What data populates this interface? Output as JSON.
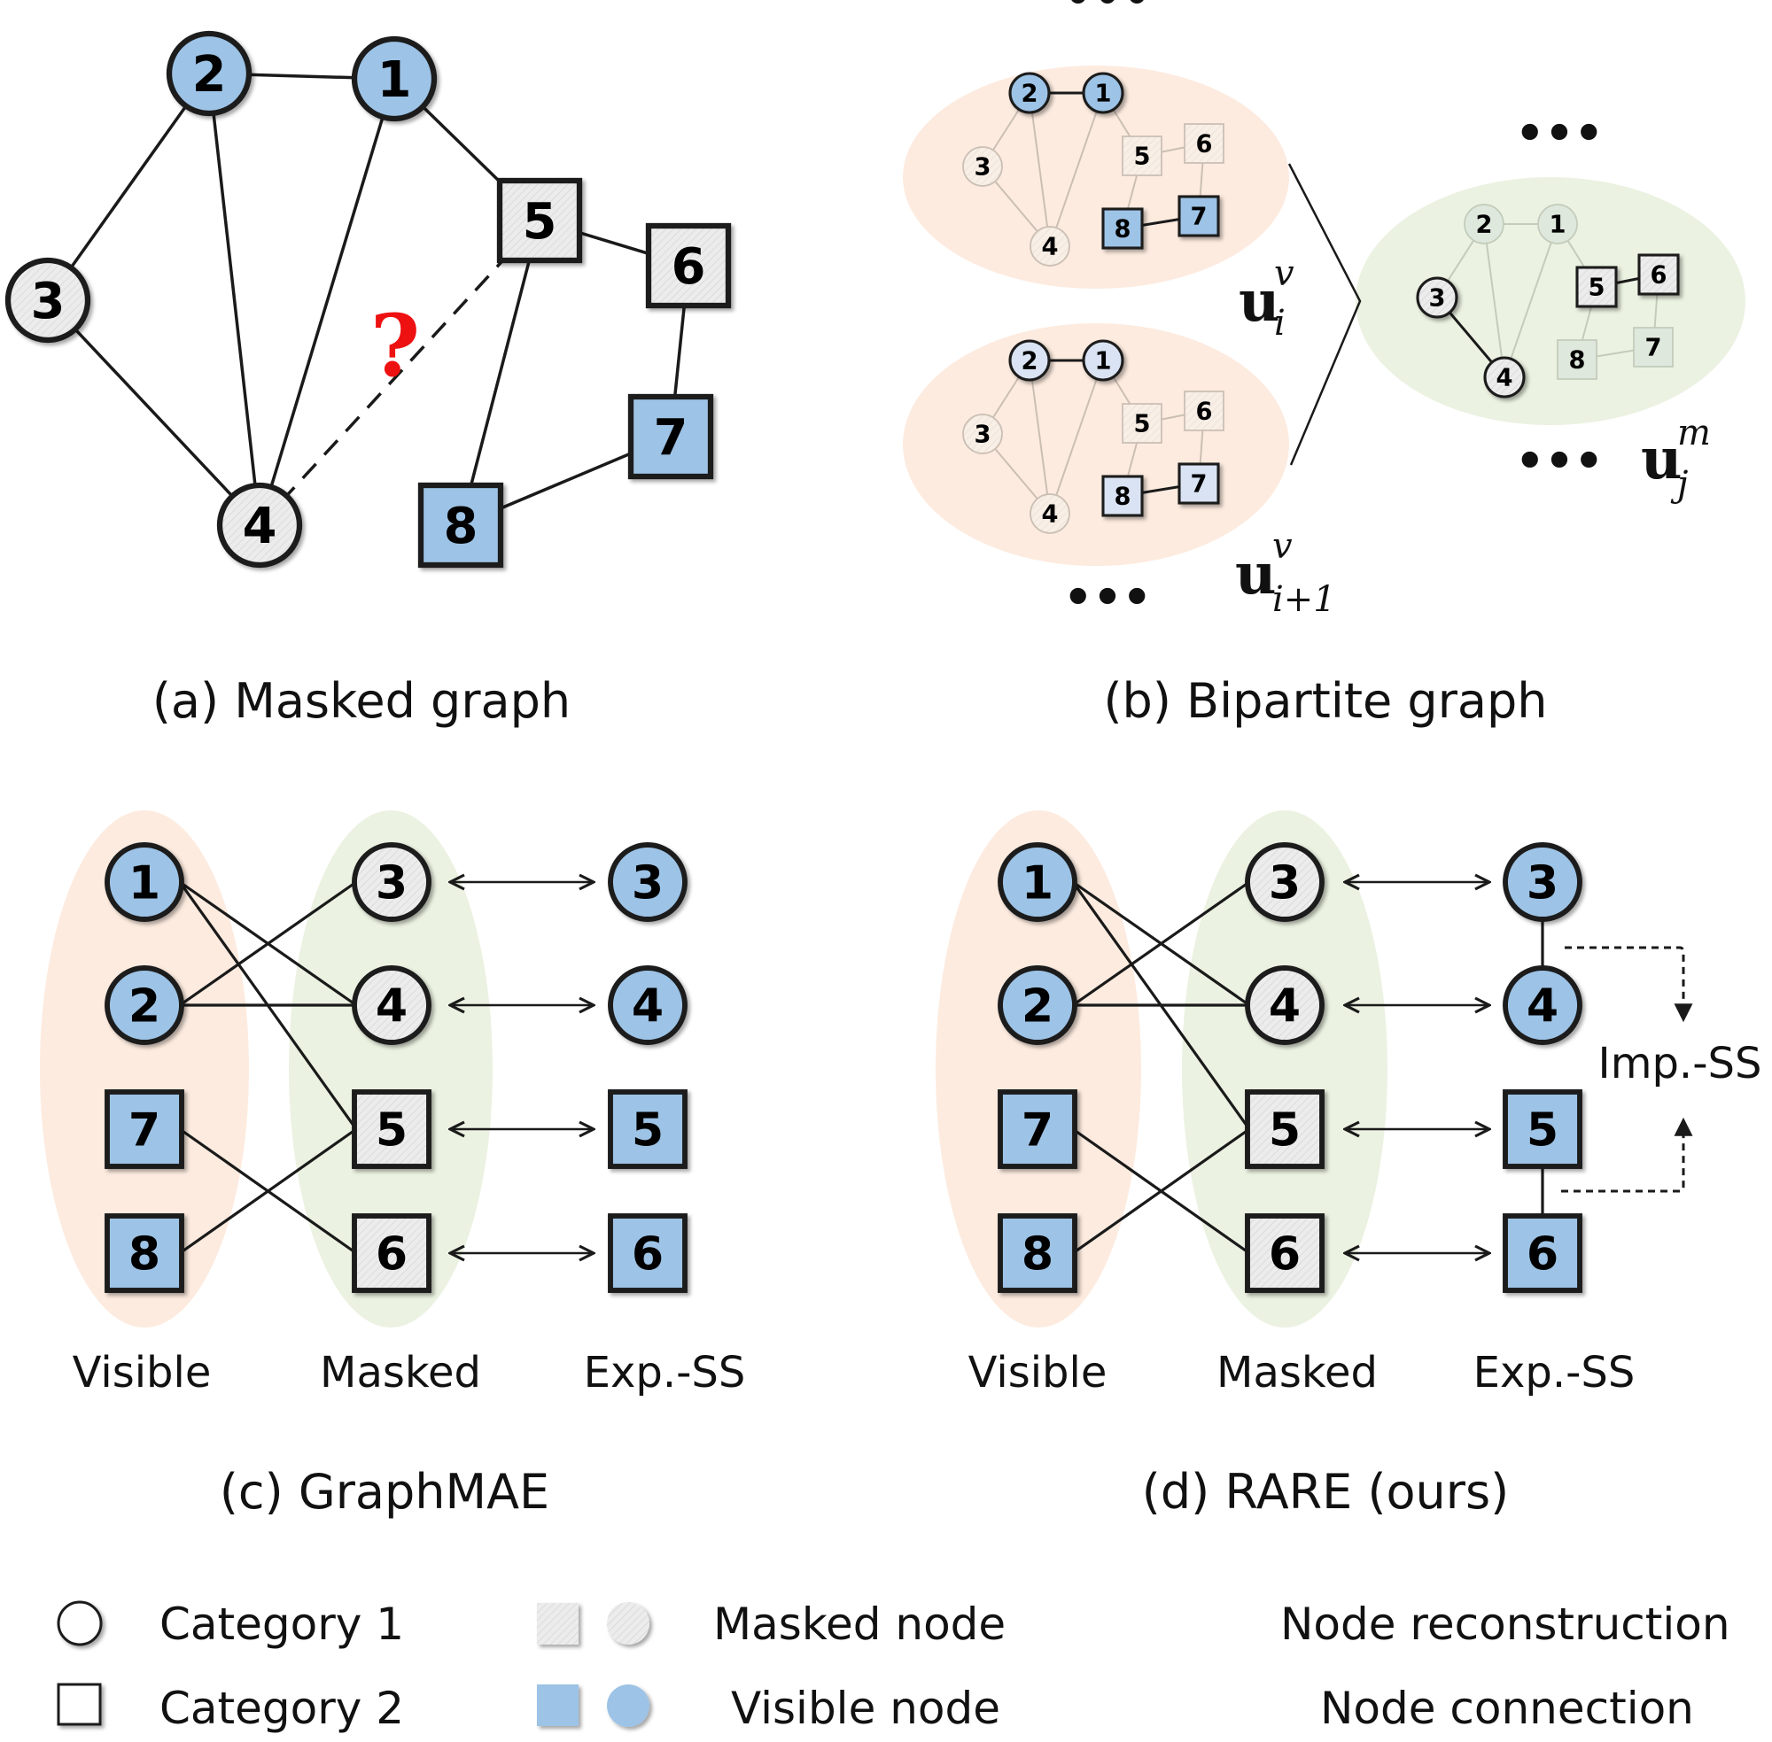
{
  "colors": {
    "visible": "#9dc3e6",
    "visible_light": "#dae3f3",
    "masked": "#ececec",
    "visible_region": "#fdebdf",
    "masked_region": "#ebf2e1",
    "stroke": "#1a1a1a",
    "faded_stroke": "#cbbfb4",
    "faded_text": "#c4b8ad",
    "faded_green_stroke": "#c3cbbb",
    "question": "#ee1111"
  },
  "panel_a": {
    "caption": "(a) Masked graph",
    "question_mark": "?",
    "nodes": [
      {
        "id": "1",
        "category": 1,
        "state": "visible"
      },
      {
        "id": "2",
        "category": 1,
        "state": "visible"
      },
      {
        "id": "3",
        "category": 1,
        "state": "masked"
      },
      {
        "id": "4",
        "category": 1,
        "state": "masked"
      },
      {
        "id": "5",
        "category": 2,
        "state": "masked"
      },
      {
        "id": "6",
        "category": 2,
        "state": "masked"
      },
      {
        "id": "7",
        "category": 2,
        "state": "visible"
      },
      {
        "id": "8",
        "category": 2,
        "state": "visible"
      }
    ],
    "edges": [
      [
        "2",
        "1"
      ],
      [
        "2",
        "3"
      ],
      [
        "2",
        "4"
      ],
      [
        "1",
        "4"
      ],
      [
        "1",
        "5"
      ],
      [
        "3",
        "4"
      ],
      [
        "5",
        "6"
      ],
      [
        "5",
        "8"
      ],
      [
        "6",
        "7"
      ],
      [
        "7",
        "8"
      ]
    ],
    "unknown_edges": [
      [
        "4",
        "5"
      ]
    ]
  },
  "panel_b": {
    "caption": "(b) Bipartite graph",
    "ellipsis": "•••",
    "subgraphs": [
      {
        "key": "visible_i",
        "label_main": "u",
        "label_sup": "v",
        "label_sub": "i",
        "highlight": [
          "1",
          "2",
          "7",
          "8"
        ],
        "highlight_edges": [
          [
            "2",
            "1"
          ],
          [
            "8",
            "7"
          ]
        ],
        "fill": "visible"
      },
      {
        "key": "visible_i1",
        "label_main": "u",
        "label_sup": "v",
        "label_sub": "i+1",
        "highlight": [
          "1",
          "2",
          "7",
          "8"
        ],
        "highlight_edges": [
          [
            "2",
            "1"
          ],
          [
            "8",
            "7"
          ]
        ],
        "fill": "visible_light"
      },
      {
        "key": "masked_j",
        "label_main": "u",
        "label_sup": "m",
        "label_sub": "j",
        "highlight": [
          "3",
          "4",
          "5",
          "6"
        ],
        "highlight_edges": [
          [
            "3",
            "4"
          ],
          [
            "5",
            "6"
          ]
        ],
        "fill": "masked"
      }
    ]
  },
  "panel_c": {
    "caption": "(c) GraphMAE",
    "columns": [
      "Visible",
      "Masked",
      "Exp.-SS"
    ],
    "visible": [
      {
        "id": "1",
        "category": 1
      },
      {
        "id": "2",
        "category": 1
      },
      {
        "id": "7",
        "category": 2
      },
      {
        "id": "8",
        "category": 2
      }
    ],
    "masked": [
      {
        "id": "3",
        "category": 1
      },
      {
        "id": "4",
        "category": 1
      },
      {
        "id": "5",
        "category": 2
      },
      {
        "id": "6",
        "category": 2
      }
    ],
    "explicit": [
      {
        "id": "3",
        "category": 1
      },
      {
        "id": "4",
        "category": 1
      },
      {
        "id": "5",
        "category": 2
      },
      {
        "id": "6",
        "category": 2
      }
    ],
    "edges": [
      [
        "1",
        "4"
      ],
      [
        "1",
        "5"
      ],
      [
        "2",
        "3"
      ],
      [
        "2",
        "4"
      ],
      [
        "7",
        "6"
      ],
      [
        "8",
        "5"
      ]
    ]
  },
  "panel_d": {
    "caption": "(d) RARE (ours)",
    "columns": [
      "Visible",
      "Masked",
      "Exp.-SS"
    ],
    "implicit_label": "Imp.-SS",
    "visible": [
      {
        "id": "1",
        "category": 1
      },
      {
        "id": "2",
        "category": 1
      },
      {
        "id": "7",
        "category": 2
      },
      {
        "id": "8",
        "category": 2
      }
    ],
    "masked": [
      {
        "id": "3",
        "category": 1
      },
      {
        "id": "4",
        "category": 1
      },
      {
        "id": "5",
        "category": 2
      },
      {
        "id": "6",
        "category": 2
      }
    ],
    "explicit": [
      {
        "id": "3",
        "category": 1
      },
      {
        "id": "4",
        "category": 1
      },
      {
        "id": "5",
        "category": 2
      },
      {
        "id": "6",
        "category": 2
      }
    ],
    "edges": [
      [
        "1",
        "4"
      ],
      [
        "1",
        "5"
      ],
      [
        "2",
        "3"
      ],
      [
        "2",
        "4"
      ],
      [
        "7",
        "6"
      ],
      [
        "8",
        "5"
      ]
    ],
    "explicit_edges": [
      [
        "3",
        "4"
      ],
      [
        "5",
        "6"
      ]
    ]
  },
  "legend": {
    "category1": "Category 1",
    "category2": "Category 2",
    "masked_node": "Masked node",
    "visible_node": "Visible node",
    "reconstruction": "Node reconstruction",
    "connection": "Node connection"
  }
}
